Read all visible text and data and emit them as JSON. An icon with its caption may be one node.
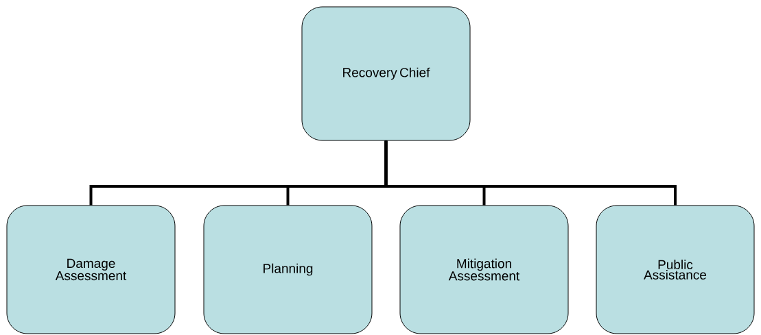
{
  "diagram": {
    "nodes": [
      {
        "text": [
          "Recovery Chief"
        ]
      },
      {
        "text": [
          "Damage Assessment"
        ]
      },
      {
        "text": [
          "Planning"
        ]
      },
      {
        "text": [
          "Mitigation Assessment"
        ]
      },
      {
        "text": [
          "Public Assistance"
        ]
      }
    ],
    "edges": [
      {
        "from": 0,
        "to": 1,
        "arrow": "none"
      },
      {
        "from": 0,
        "to": 2,
        "arrow": "none"
      },
      {
        "from": 0,
        "to": 3,
        "arrow": "none"
      },
      {
        "from": 0,
        "to": 4,
        "arrow": "none"
      }
    ]
  }
}
